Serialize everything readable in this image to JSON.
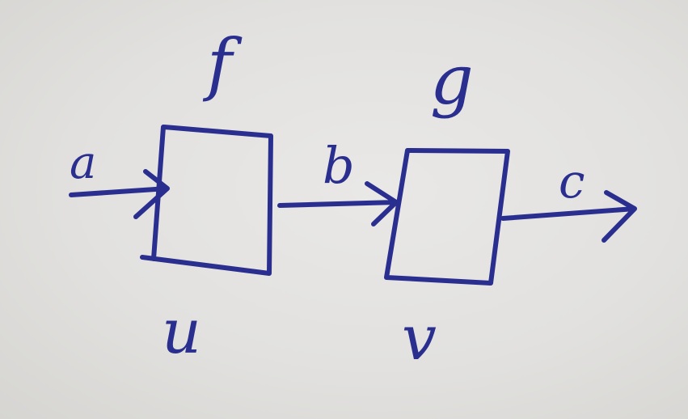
{
  "ink_color": "#2a2f8f",
  "boxes": [
    {
      "id": "f",
      "top_label": "f",
      "bottom_label": "u"
    },
    {
      "id": "g",
      "top_label": "g",
      "bottom_label": "v"
    }
  ],
  "arrows": [
    {
      "id": "input",
      "label": "a"
    },
    {
      "id": "middle",
      "label": "b"
    },
    {
      "id": "output",
      "label": "c"
    }
  ]
}
